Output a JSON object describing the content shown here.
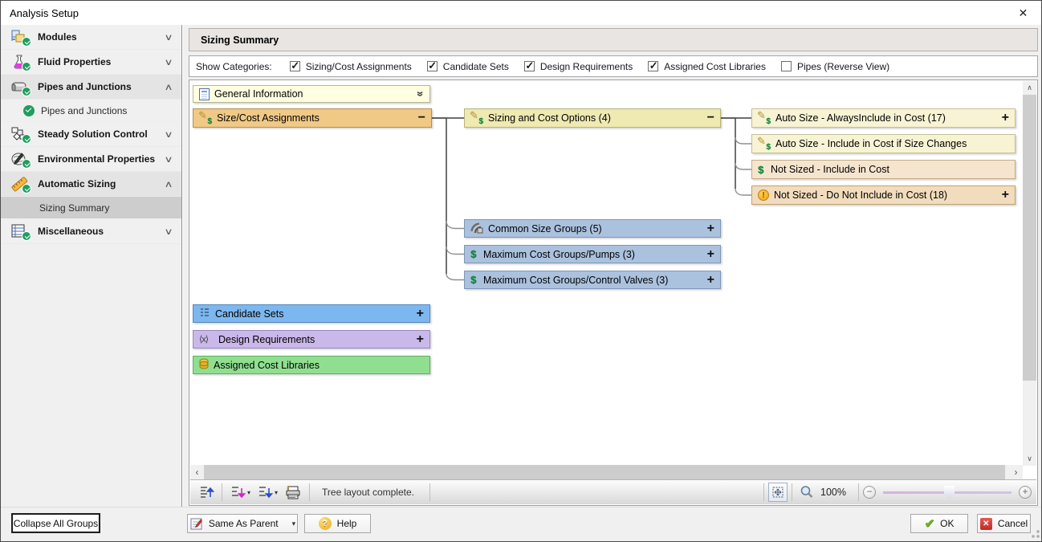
{
  "window": {
    "title": "Analysis Setup",
    "close_glyph": "✕"
  },
  "sidebar": {
    "groups": [
      {
        "label": "Modules",
        "chevron": "∨"
      },
      {
        "label": "Fluid Properties",
        "chevron": "∨"
      },
      {
        "label": "Pipes and Junctions",
        "chevron": "∧",
        "child": "Pipes and Junctions"
      },
      {
        "label": "Steady Solution Control",
        "chevron": "∨"
      },
      {
        "label": "Environmental Properties",
        "chevron": "∨"
      },
      {
        "label": "Automatic Sizing",
        "chevron": "∧",
        "child": "Sizing Summary"
      },
      {
        "label": "Miscellaneous",
        "chevron": "∨"
      }
    ]
  },
  "header": {
    "title": "Sizing Summary"
  },
  "categories": {
    "label": "Show Categories:",
    "options": [
      {
        "label": "Sizing/Cost Assignments",
        "check": "✓"
      },
      {
        "label": "Candidate Sets",
        "check": "✓"
      },
      {
        "label": "Design Requirements",
        "check": "✓"
      },
      {
        "label": "Assigned Cost Libraries",
        "check": "✓"
      },
      {
        "label": "Pipes (Reverse View)",
        "check": ""
      }
    ]
  },
  "tree": {
    "nodes": {
      "general_information": {
        "label": "General Information",
        "chevron": "»"
      },
      "size_cost_assignments": {
        "label": "Size/Cost Assignments",
        "expander": "−"
      },
      "sizing_cost_options": {
        "label": "Sizing and Cost Options (4)",
        "expander": "−"
      },
      "auto_size_always": {
        "label": "Auto Size - AlwaysInclude in Cost (17)",
        "expander": "+"
      },
      "auto_size_changes": {
        "label": "Auto Size - Include in Cost if Size Changes",
        "expander": ""
      },
      "not_sized_include": {
        "label": "Not Sized - Include in Cost",
        "expander": "",
        "warn_glyph": ""
      },
      "not_sized_exclude": {
        "label": "Not Sized - Do Not Include in Cost (18)",
        "expander": "+",
        "warn_glyph": "!"
      },
      "common_size_groups": {
        "label": "Common Size Groups (5)",
        "expander": "+"
      },
      "max_cost_pumps": {
        "label": "Maximum Cost Groups/Pumps (3)",
        "expander": "+"
      },
      "max_cost_valves": {
        "label": "Maximum Cost Groups/Control Valves (3)",
        "expander": "+"
      },
      "candidate_sets": {
        "label": "Candidate Sets",
        "expander": "+"
      },
      "design_requirements": {
        "label": "Design Requirements",
        "expander": "+"
      },
      "assigned_cost_libraries": {
        "label": "Assigned Cost Libraries",
        "expander": ""
      }
    },
    "design_req_icon_glyph": "⟨x⟩"
  },
  "statusbar": {
    "message": "Tree layout complete.",
    "zoom_level": "100%",
    "zoom_out_glyph": "−",
    "zoom_in_glyph": "+",
    "dropdown_caret": "▾"
  },
  "scrollbars": {
    "up": "∧",
    "down": "∨",
    "left": "‹",
    "right": "›"
  },
  "footer": {
    "collapse_all_label": "Collapse All Groups",
    "same_as_parent_label": "Same As Parent",
    "same_as_parent_caret": "▾",
    "help_label": "Help",
    "ok_label": "OK",
    "ok_glyph": "✔",
    "cancel_label": "Cancel",
    "cancel_glyph": "✕",
    "help_glyph": "?"
  },
  "colors": {
    "node_cream": "#ffffe1",
    "node_orange": "#f0c987",
    "node_yellow": "#efe9b2",
    "node_pale_yellow": "#f7f3d4",
    "node_peach": "#f6e5ce",
    "node_peach_dark": "#f1dcbd",
    "node_blue_gray": "#abc2de",
    "node_blue": "#7db7ef",
    "node_purple": "#c9b8e9",
    "node_green": "#90df90",
    "check_badge_green": "#1f9e5f",
    "warning_orange": "#f1a11b",
    "dollar_green": "#148a3c",
    "selected_sidebar_item": "#cdcdcd"
  }
}
